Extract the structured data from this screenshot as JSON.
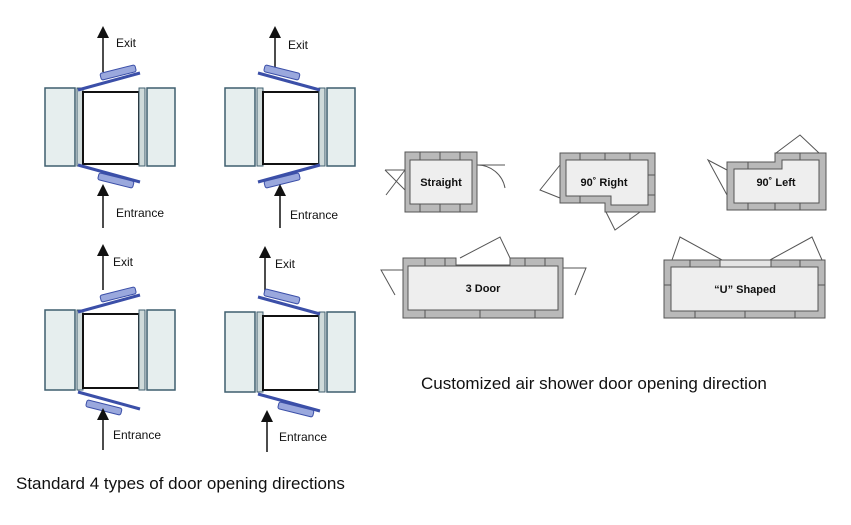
{
  "standard": {
    "caption": "Standard 4 types of door opening directions",
    "units": [
      {
        "exit_label": "Exit",
        "entrance_label": "Entrance"
      },
      {
        "exit_label": "Exit",
        "entrance_label": "Entrance"
      },
      {
        "exit_label": "Exit",
        "entrance_label": "Entrance"
      },
      {
        "exit_label": "Exit",
        "entrance_label": "Entrance"
      }
    ]
  },
  "customized": {
    "caption": "Customized air shower door opening direction",
    "rooms": [
      {
        "label": "Straight"
      },
      {
        "label": "90˚ Right"
      },
      {
        "label": "90˚ Left"
      },
      {
        "label": "3 Door"
      },
      {
        "label": "“U” Shaped"
      }
    ]
  },
  "colors": {
    "frame_stroke": "#3f5f6f",
    "panel_fill": "#e6eeee",
    "door_arm": "#3b4fa8",
    "door_arm_fill": "#9aa8dd",
    "wall_fill": "#b9b9b9",
    "wall_stroke": "#555555",
    "room_fill": "#eeeeee"
  }
}
